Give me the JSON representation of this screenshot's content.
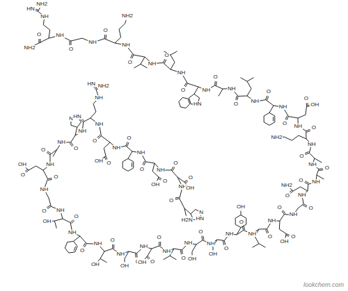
{
  "diagram": {
    "labels": [
      "H2N",
      "O",
      "NH",
      "O",
      "NH",
      "O",
      "NH",
      "O",
      "NH",
      "O",
      "NH",
      "O",
      "NH",
      "O",
      "NH",
      "O",
      "NH",
      "O",
      "NH",
      "O",
      "NH",
      "O",
      "NH",
      "O",
      "NH",
      "O",
      "NH",
      "O",
      "NH",
      "O",
      "NH",
      "O",
      "NH",
      "O",
      "NH",
      "O",
      "NH",
      "O",
      "NH",
      "O",
      "NH",
      "O",
      "NH",
      "O",
      "NH",
      "O",
      "NH",
      "O",
      "NH",
      "O",
      "NH",
      "O",
      "NH",
      "O",
      "NH",
      "O",
      "NH",
      "O",
      "NH",
      "O",
      "NH",
      "O",
      "NH",
      "O",
      "NH",
      "O",
      "NH",
      "O",
      "NH",
      "O",
      "NH",
      "O",
      "NH2",
      "N",
      "HN",
      "O",
      "OH",
      "O",
      "OH",
      "O",
      "OH",
      "NH",
      "HN",
      "NH2",
      "N",
      "HN",
      "O",
      "OH",
      "OH",
      "OH",
      "OH",
      "O",
      "OH",
      "OH",
      "OH",
      "OH",
      "O",
      "OH",
      "O",
      "NH2",
      "NH2",
      "O",
      "OH",
      "HN",
      "NH2",
      "NH",
      "HN",
      "NH2",
      "lookchem.com"
    ]
  }
}
